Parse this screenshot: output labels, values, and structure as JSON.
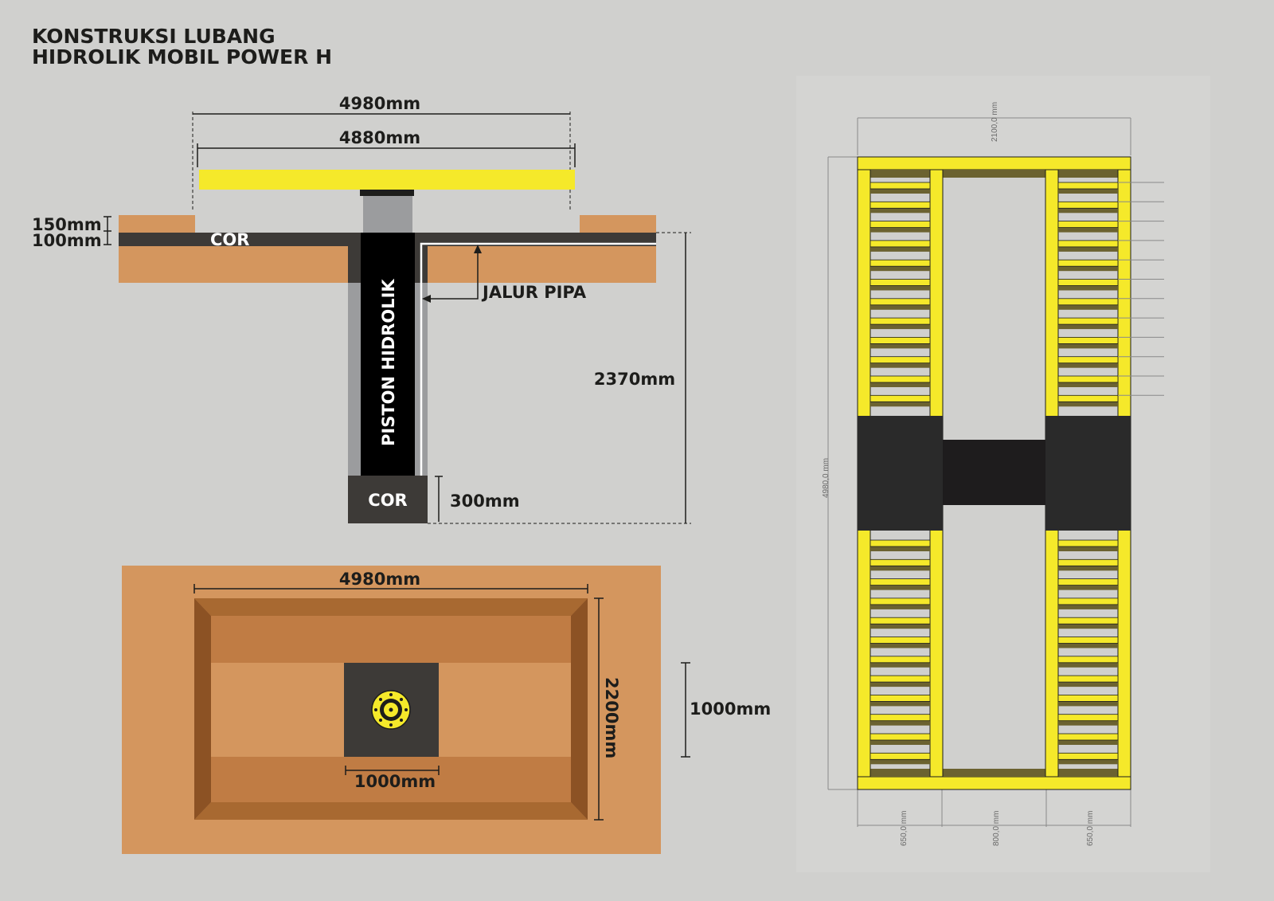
{
  "title": {
    "line1": "KONSTRUKSI LUBANG",
    "line2": "HIDROLIK MOBIL POWER H"
  },
  "section": {
    "dim_outer": "4980mm",
    "dim_plate": "4880mm",
    "dim_slab_top": "150mm",
    "dim_slab_cor": "100mm",
    "cor_top": "COR",
    "piston": "PISTON HIDROLIK",
    "pipe": "JALUR PIPA",
    "depth": "2370mm",
    "cor_bottom": "COR",
    "base_thickness": "300mm"
  },
  "plan": {
    "length": "4980mm",
    "width": "2200mm",
    "pad": "1000mm",
    "pad_height": "1000mm"
  },
  "frame": {
    "top_width": "2100,0 mm",
    "length": "4980,0 mm",
    "bottom_left": "650,0 mm",
    "bottom_mid": "800,0 mm",
    "bottom_right": "650,0 mm"
  },
  "colors": {
    "yellow": "#f5e92a",
    "soil": "#d4965e",
    "cor": "#3d3a37",
    "bg": "#d0d0ce"
  }
}
